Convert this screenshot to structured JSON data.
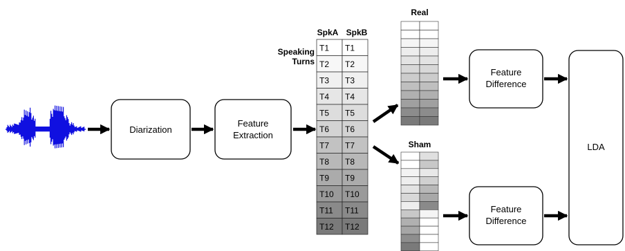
{
  "stages": {
    "diarization": "Diarization",
    "feature_extraction": [
      "Feature",
      "Extraction"
    ],
    "feature_difference": [
      "Feature",
      "Difference"
    ],
    "lda": "LDA"
  },
  "turns_table": {
    "caption": [
      "Speaking",
      "Turns"
    ],
    "headers": [
      "SpkA",
      "SpkB"
    ],
    "rows": [
      [
        "T1",
        "T1"
      ],
      [
        "T2",
        "T2"
      ],
      [
        "T3",
        "T3"
      ],
      [
        "T4",
        "T4"
      ],
      [
        "T5",
        "T5"
      ],
      [
        "T6",
        "T6"
      ],
      [
        "T7",
        "T7"
      ],
      [
        "T8",
        "T8"
      ],
      [
        "T9",
        "T9"
      ],
      [
        "T10",
        "T10"
      ],
      [
        "T11",
        "T11"
      ],
      [
        "T12",
        "T12"
      ]
    ],
    "row_fills": [
      "#ffffff",
      "#f7f7f7",
      "#f0f0f0",
      "#e6e6e6",
      "#dddddd",
      "#d3d3d3",
      "#c2c2c2",
      "#b8b8b8",
      "#ababab",
      "#9a9a9a",
      "#8a8a8a",
      "#7a7a7a"
    ]
  },
  "pair_real": {
    "label": "Real",
    "left_fills": [
      "#ffffff",
      "#ffffff",
      "#f5f5f5",
      "#ededed",
      "#e3e3e3",
      "#d8d8d8",
      "#cccccc",
      "#bfbfbf",
      "#b0b0b0",
      "#a0a0a0",
      "#8c8c8c",
      "#7a7a7a"
    ],
    "right_fills": [
      "#ffffff",
      "#ffffff",
      "#f5f5f5",
      "#ededed",
      "#e3e3e3",
      "#d8d8d8",
      "#cccccc",
      "#bfbfbf",
      "#b0b0b0",
      "#a0a0a0",
      "#8c8c8c",
      "#7a7a7a"
    ]
  },
  "pair_sham": {
    "label": "Sham",
    "left_fills": [
      "#ffffff",
      "#ffffff",
      "#f3f3f3",
      "#eeeeee",
      "#e3e3e3",
      "#d8d8d8",
      "#eeeeee",
      "#c8c8c8",
      "#b0b0b0",
      "#a6a6a6",
      "#8e8e8e",
      "#7a7a7a"
    ],
    "right_fills": [
      "#e0e0e0",
      "#c8c8c8",
      "#e8e8e8",
      "#d0d0d0",
      "#b8b8b8",
      "#a8a8a8",
      "#8a8a8a",
      "#f5f5f5",
      "#ffffff",
      "#ffffff",
      "#ffffff",
      "#ffffff"
    ]
  },
  "colors": {
    "waveform": "#1010e0",
    "arrow": "#000000",
    "stroke": "#000000"
  }
}
